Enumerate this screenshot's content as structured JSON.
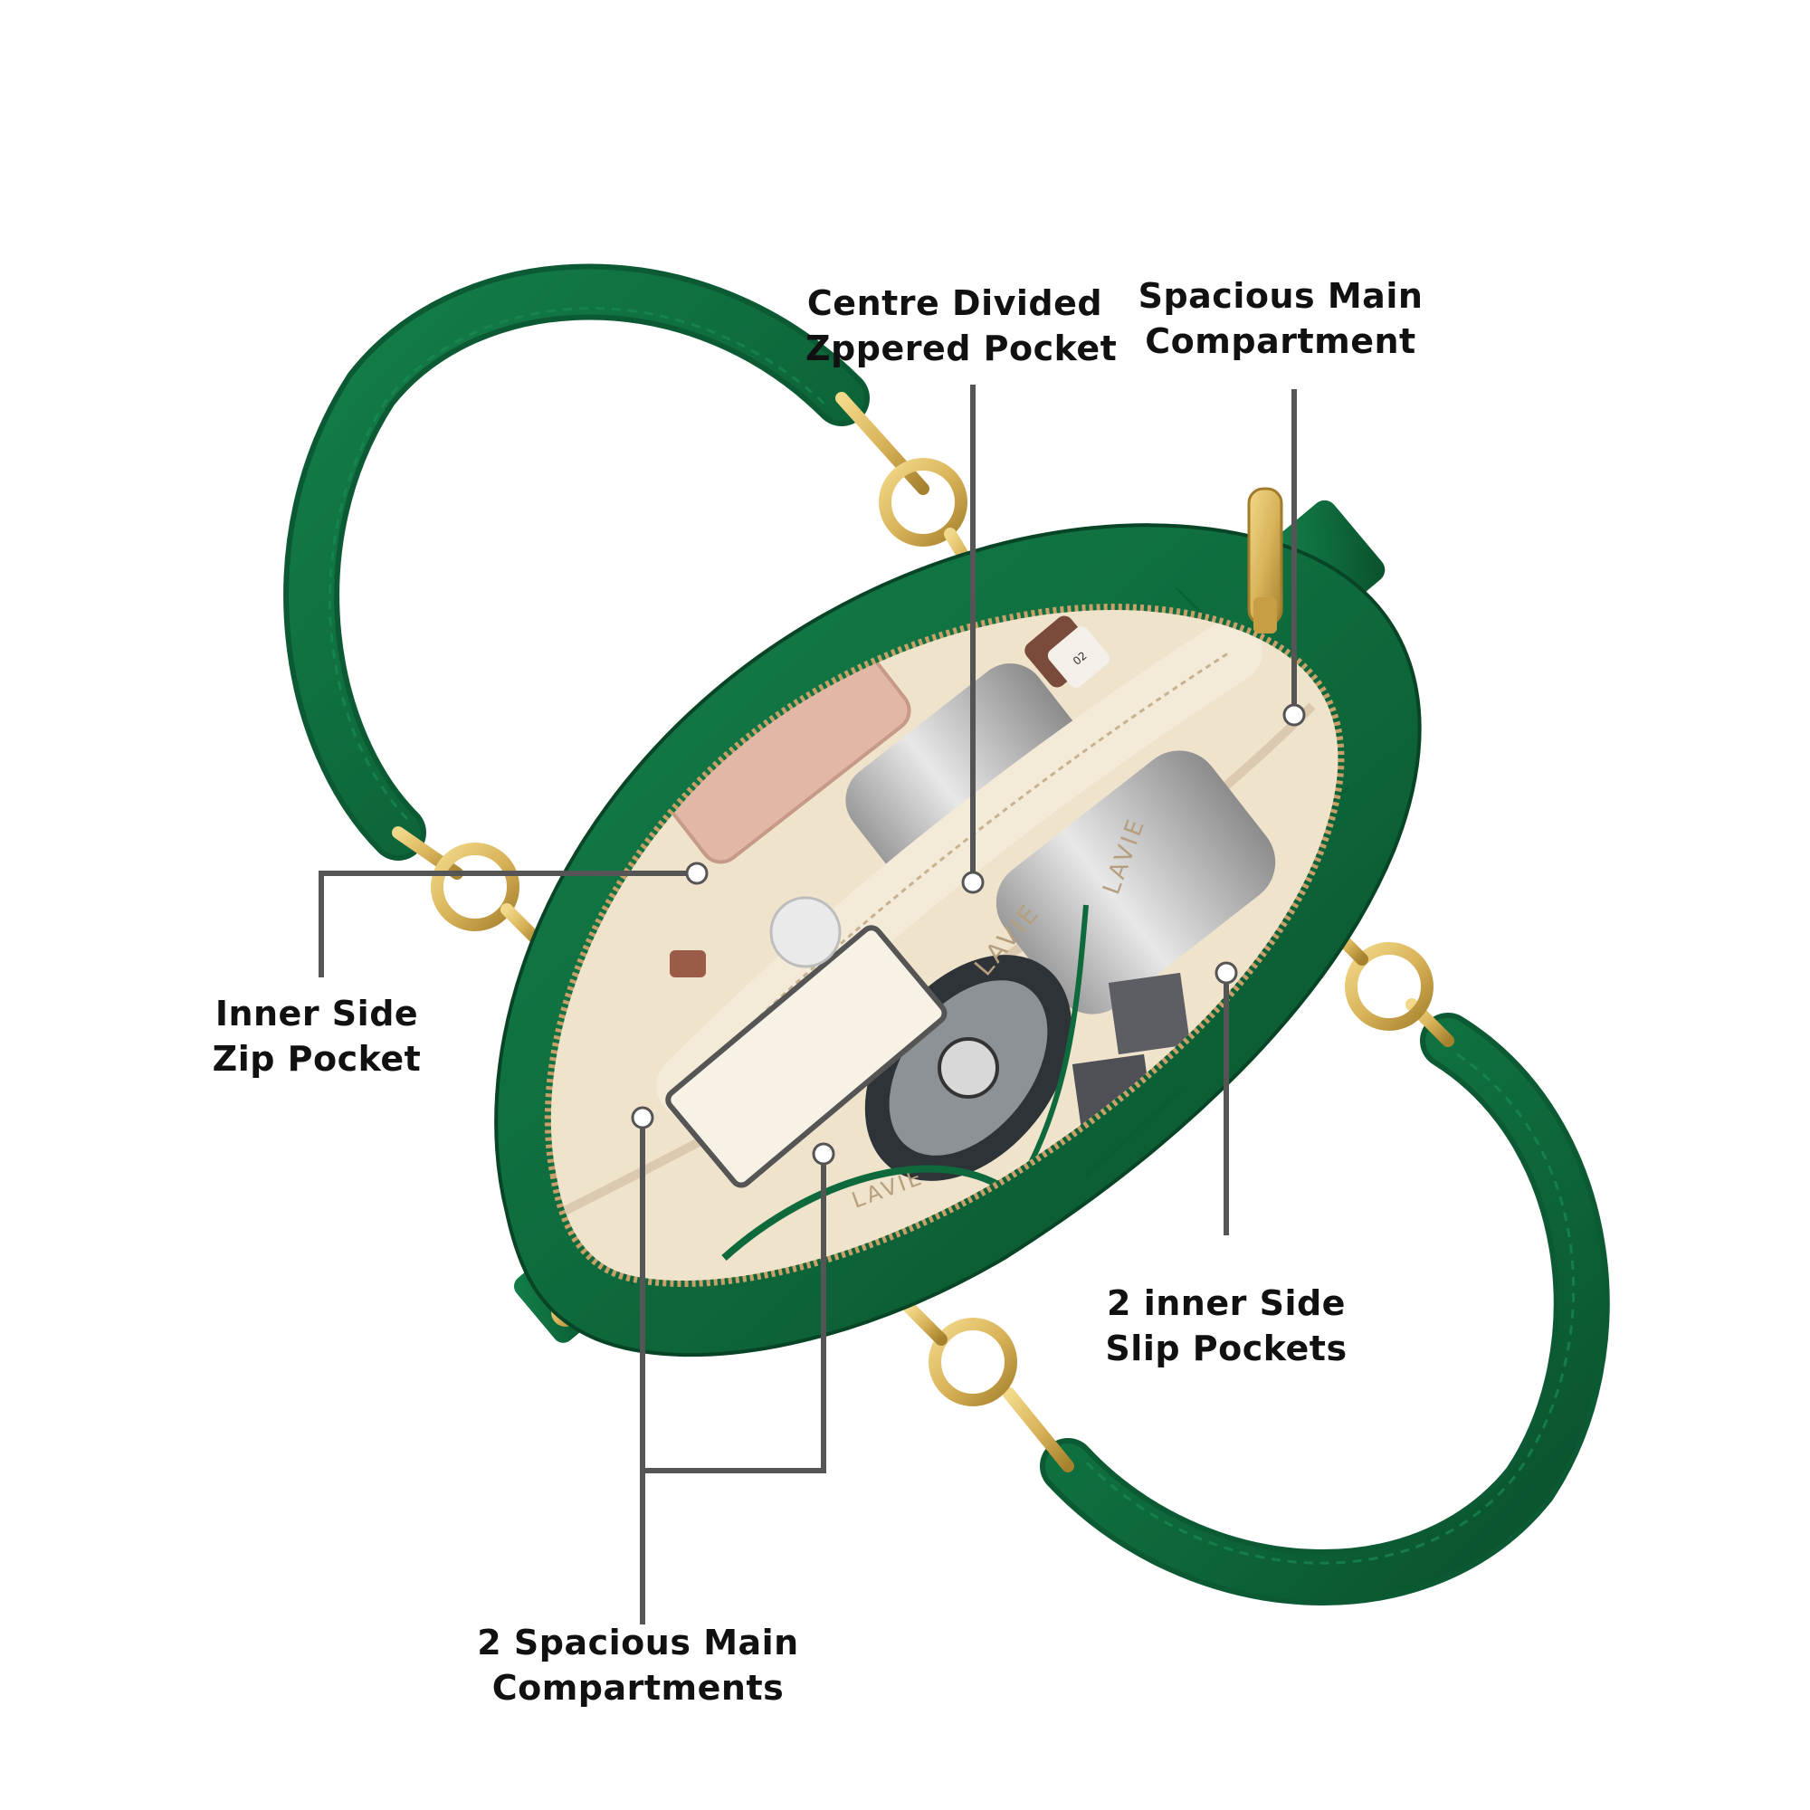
{
  "callouts": {
    "centre_divided": {
      "line1": "Centre Divided",
      "line2": "Zppered Pocket"
    },
    "spacious_main": {
      "line1": "Spacious Main",
      "line2": "Compartment"
    },
    "inner_side_zip": {
      "line1": "Inner Side",
      "line2": "Zip Pocket"
    },
    "two_inner_slip": {
      "line1": "2 inner Side",
      "line2": "Slip Pockets"
    },
    "two_spacious_main": {
      "line1": "2 Spacious Main",
      "line2": "Compartments"
    }
  },
  "product_marks": {
    "lining_print": "LAVIE",
    "lipstick_shade": "02"
  },
  "colors": {
    "leather_green": "#0e6a3c",
    "leather_dark": "#0a4f2b",
    "hardware_gold": "#d9b45a",
    "lining_cream": "#efe3cc",
    "leader_line": "#555555",
    "dot": "#ffffff"
  }
}
